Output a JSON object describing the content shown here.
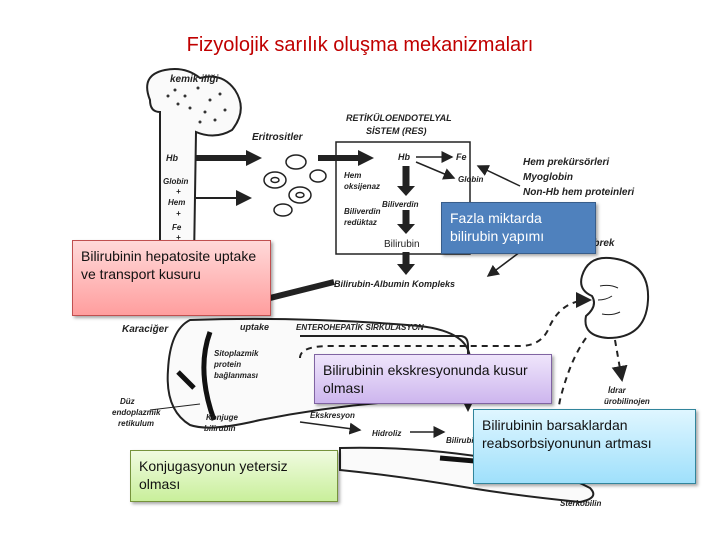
{
  "title": "Fizyolojik sarılık oluşma mekanizmaları",
  "diagram": {
    "bone_marrow": "kemik iliği",
    "erythrocytes": "Eritrositler",
    "res_title_1": "RETİKÜLOENDOTELYAL",
    "res_title_2": "SİSTEM (RES)",
    "hb": "Hb",
    "fe": "Fe",
    "globin": "Globin",
    "heme_oxygenase_1": "Hem",
    "heme_oxygenase_2": "oksijenaz",
    "biliverdin": "Biliverdin",
    "biliverdin_reductase_1": "Biliverdin",
    "biliverdin_reductase_2": "redüktaz",
    "bilirubin": "Bilirubin",
    "left_hb": "Hb",
    "left_globin": "Globin",
    "left_plus_1": "+",
    "left_hem": "Hem",
    "left_plus_2": "+",
    "left_fe": "Fe",
    "left_plus_3": "+",
    "heme_precursors": "Hem prekürsörleri",
    "myoglobin": "Myoglobin",
    "non_hb": "Non-Hb hem proteinleri",
    "kidney": "Böbrek",
    "bilirubin_albumin": "Bilirubin-Albumin Kompleks",
    "liver": "Karaciğer",
    "uptake": "uptake",
    "enterohepatic": "ENTEROHEPATİK SİRKÜLASYON",
    "cytoplasmic_1": "Sitoplazmik",
    "cytoplasmic_2": "protein",
    "cytoplasmic_3": "bağlanması",
    "er_1": "Düz",
    "er_2": "endoplazmik",
    "er_3": "retikulum",
    "conjugated_1": "Konjuge",
    "conjugated_2": "bilirubin",
    "excretion": "Ekskresyon",
    "hydrolysis": "Hidroliz",
    "bilirubin_gut": "Bilirubin",
    "urine_1": "İdrar",
    "urine_2": "ürobilinojen",
    "stercobilin": "Sterkobilin"
  },
  "callouts": {
    "hepatocyte": "Bilirubinin hepatosite uptake ve transport kusuru",
    "overproduction": "Fazla miktarda bilirubin yapımı",
    "excretion_defect": "Bilirubinin ekskresyonunda kusur olması",
    "intestinal": "Bilirubinin barsaklardan reabsorbsiyonunun artması",
    "conjugation": "Konjugasyonun yetersiz olması"
  }
}
